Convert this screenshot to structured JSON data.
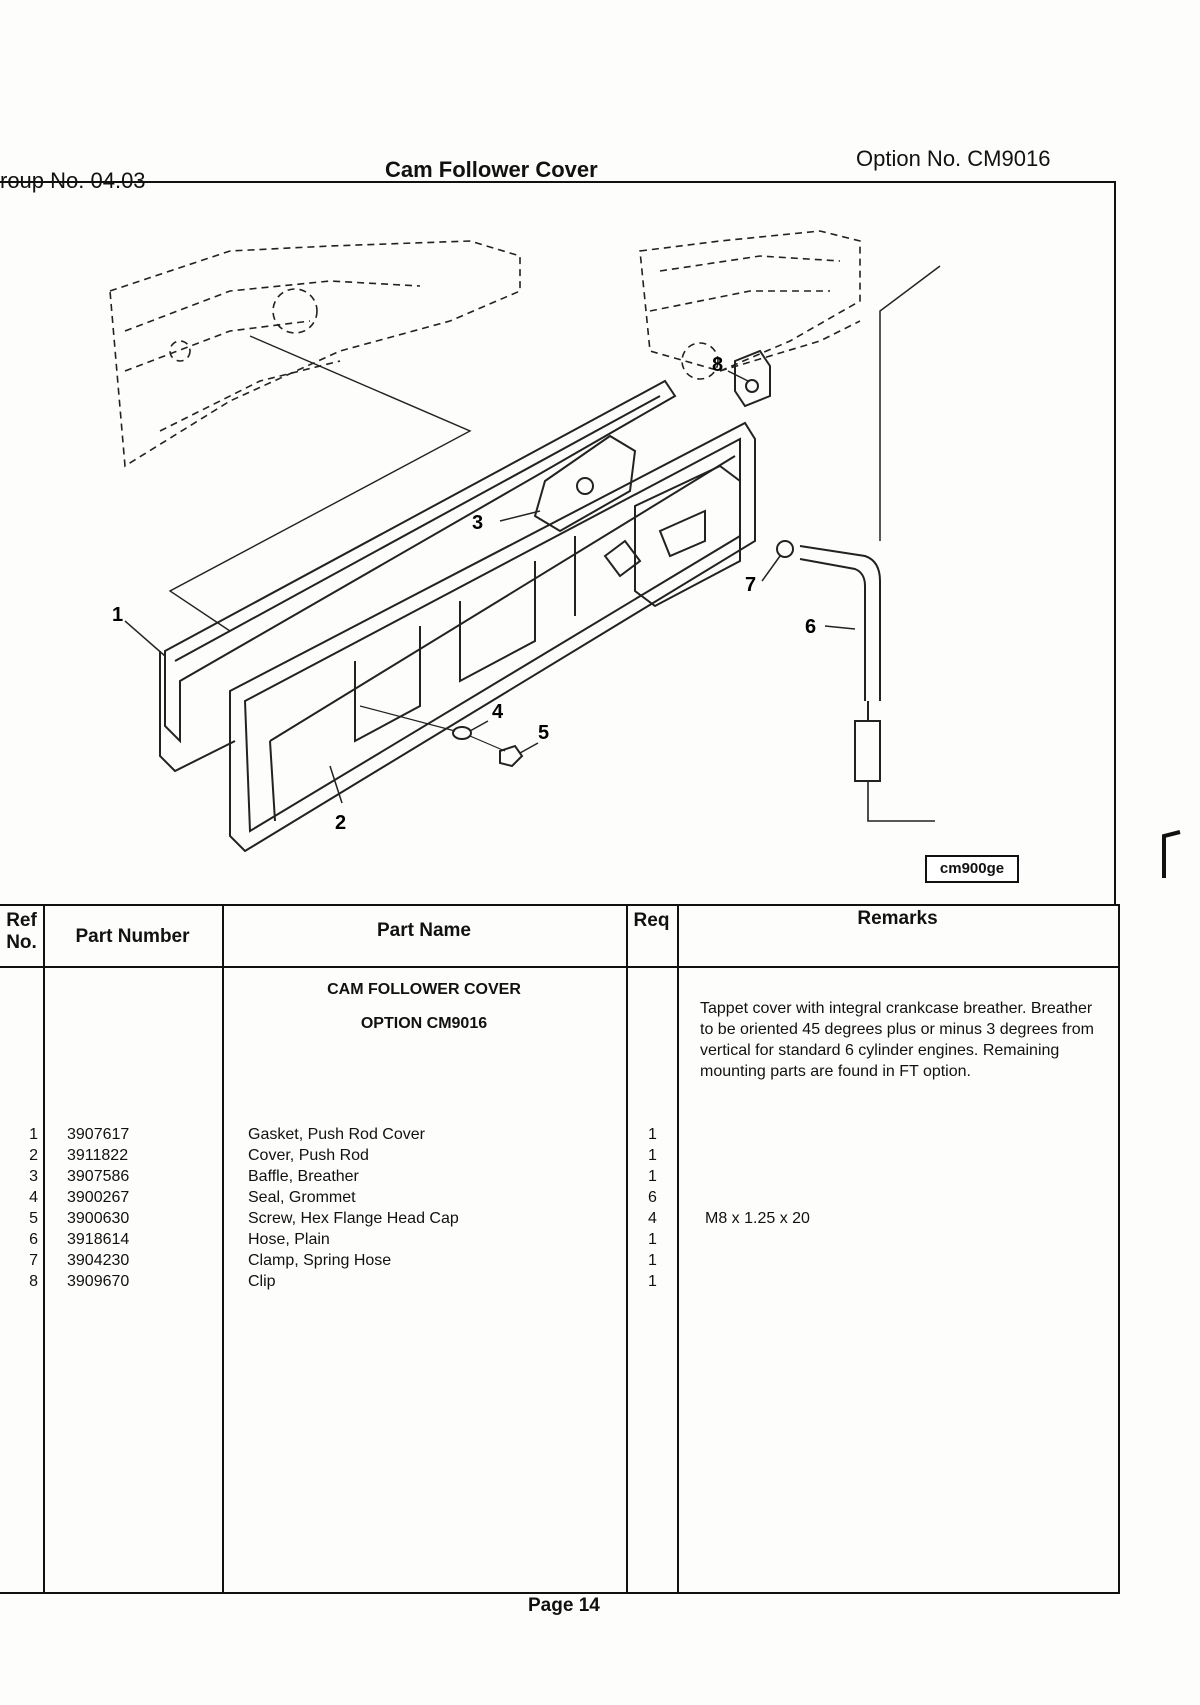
{
  "header": {
    "group": "roup No. 04.03",
    "title": "Cam Follower Cover",
    "option": "Option No. CM9016"
  },
  "diagram": {
    "callouts": [
      "1",
      "2",
      "3",
      "4",
      "5",
      "6",
      "7",
      "8"
    ],
    "stamp": "cm900ge"
  },
  "table": {
    "headers": {
      "ref": "Ref No.",
      "part_number": "Part Number",
      "part_name": "Part Name",
      "req": "Req",
      "remarks": "Remarks"
    },
    "section_title": "CAM FOLLOWER COVER",
    "section_option": "OPTION  CM9016",
    "section_remark": "Tappet cover with integral crankcase breather. Breather to be oriented 45 degrees plus or minus 3 degrees from vertical for standard 6 cylinder engines. Remaining mounting parts are found in FT option.",
    "rows": [
      {
        "ref": "1",
        "part_number": "3907617",
        "part_name": "Gasket, Push Rod Cover",
        "req": "1",
        "remarks": ""
      },
      {
        "ref": "2",
        "part_number": "3911822",
        "part_name": "Cover, Push Rod",
        "req": "1",
        "remarks": ""
      },
      {
        "ref": "3",
        "part_number": "3907586",
        "part_name": "Baffle, Breather",
        "req": "1",
        "remarks": ""
      },
      {
        "ref": "4",
        "part_number": "3900267",
        "part_name": "Seal, Grommet",
        "req": "6",
        "remarks": ""
      },
      {
        "ref": "5",
        "part_number": "3900630",
        "part_name": "Screw, Hex Flange Head Cap",
        "req": "4",
        "remarks": "M8 x 1.25 x 20"
      },
      {
        "ref": "6",
        "part_number": "3918614",
        "part_name": "Hose, Plain",
        "req": "1",
        "remarks": ""
      },
      {
        "ref": "7",
        "part_number": "3904230",
        "part_name": "Clamp, Spring Hose",
        "req": "1",
        "remarks": ""
      },
      {
        "ref": "8",
        "part_number": "3909670",
        "part_name": "Clip",
        "req": "1",
        "remarks": ""
      }
    ]
  },
  "footer": {
    "page": "Page 14"
  }
}
